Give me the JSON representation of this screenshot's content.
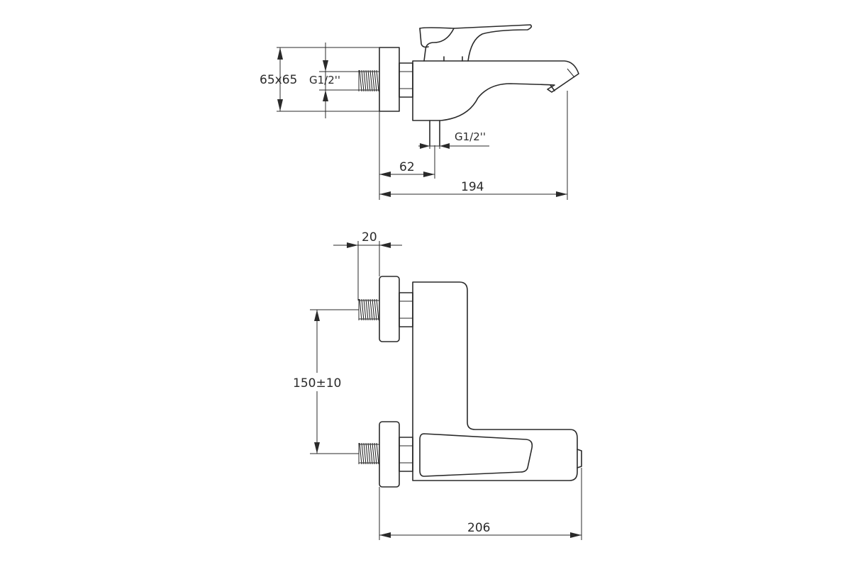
{
  "side_view": {
    "flange_size": "65x65",
    "inlet_thread": "G1/2''",
    "outlet_thread": "G1/2''",
    "dim_outlet_offset": "62",
    "dim_total_depth": "194"
  },
  "front_view": {
    "dim_flange_width": "20",
    "dim_inlet_spacing": "150±10",
    "dim_total_width": "206"
  },
  "colors": {
    "line": "#2a2a2a",
    "background": "#ffffff"
  }
}
